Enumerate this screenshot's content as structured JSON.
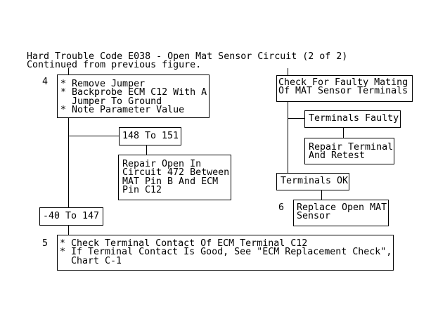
{
  "colors": {
    "background": "#ffffff",
    "line": "#000000",
    "text": "#000000"
  },
  "header": {
    "title": "Hard Trouble Code E038 - Open Mat Sensor Circuit (2 of 2)",
    "subtitle": "Continued from previous figure."
  },
  "left_branch": {
    "step4": {
      "label": "4",
      "text": "* Remove Jumper\n* Backprobe ECM C12 With A\n  Jumper To Ground\n* Note Parameter Value"
    },
    "range_high": "148 To 151",
    "repair_open": "Repair Open In\nCircuit 472 Between\nMAT Pin B And ECM\nPin C12",
    "range_low": "-40 To 147",
    "step5": {
      "label": "5",
      "text": "* Check Terminal Contact Of ECM Terminal C12\n* If Terminal Contact Is Good, See \"ECM Replacement Check\",\n  Chart C-1"
    }
  },
  "right_branch": {
    "check_mating": "Check For Faulty Mating\nOf MAT Sensor Terminals",
    "terminals_faulty": "Terminals Faulty",
    "repair_terminal": "Repair Terminal\nAnd Retest",
    "terminals_ok": "Terminals OK",
    "step6": {
      "label": "6",
      "text": "Replace Open MAT\nSensor"
    }
  }
}
